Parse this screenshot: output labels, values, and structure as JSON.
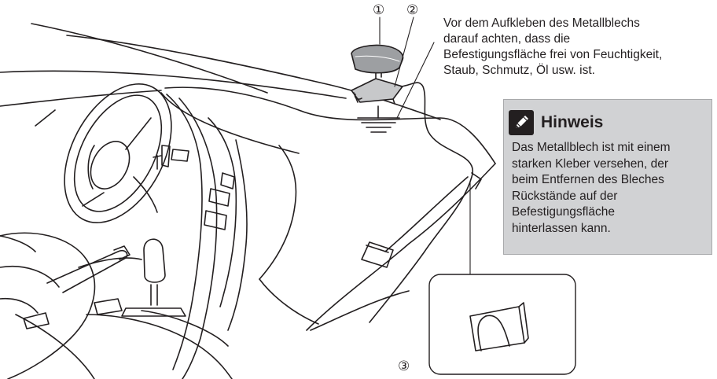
{
  "callouts": [
    "①",
    "②",
    "③"
  ],
  "instruction": {
    "lines": [
      "Vor dem Aufkleben des Metallblechs",
      "darauf achten, dass die",
      "Befestigungsfläche frei von Feuchtigkeit,",
      "Staub, Schmutz, Öl usw. ist."
    ]
  },
  "note": {
    "icon": "pencil-note-icon",
    "title": "Hinweis",
    "lines": [
      "Das Metallblech ist mit einem",
      "starken Kleber versehen, der",
      "beim Entfernen des Bleches",
      "Rückstände auf der",
      "Befestigungsfläche",
      "hinterlassen kann."
    ],
    "background": "#d1d2d4"
  },
  "colors": {
    "line": "#231f20",
    "antenna": "#9d9fa2",
    "plate": "#c7c8ca"
  }
}
